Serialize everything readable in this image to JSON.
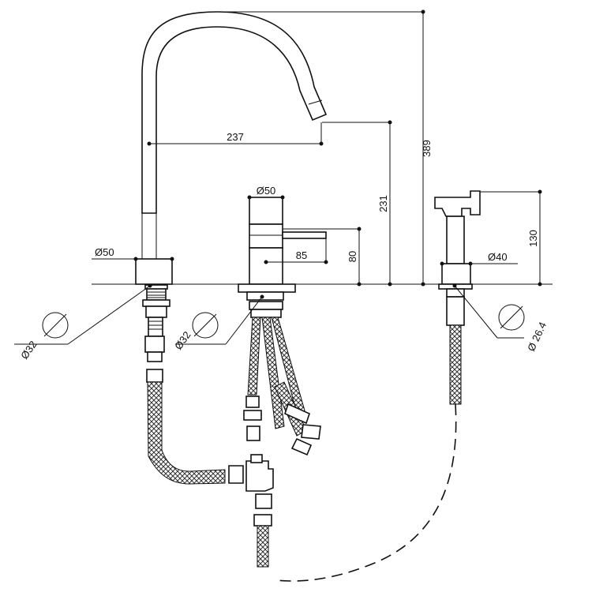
{
  "dimensions": {
    "total_height": "389",
    "spout_height": "231",
    "spout_reach": "237",
    "lever_height": "80",
    "lever_reach": "85",
    "spray_height": "130",
    "spout_base_dia": "Ø50",
    "mixer_dia": "Ø50",
    "spray_base_dia": "Ø40",
    "spout_hole_dia": "Ø32",
    "mixer_hole_dia": "Ø32",
    "spray_hole_dia": "Ø 26.4"
  }
}
